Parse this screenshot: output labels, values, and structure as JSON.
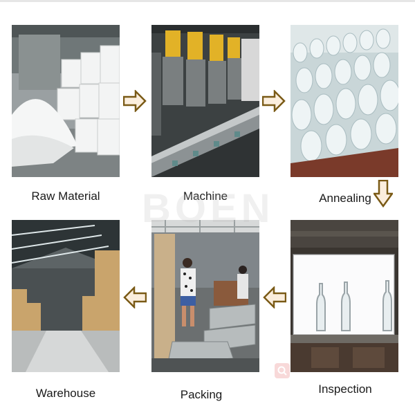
{
  "steps": [
    {
      "id": "raw",
      "label": "Raw Material"
    },
    {
      "id": "machine",
      "label": "Machine"
    },
    {
      "id": "annealing",
      "label": "Annealing"
    },
    {
      "id": "inspection",
      "label": "Inspection"
    },
    {
      "id": "packing",
      "label": "Packing"
    },
    {
      "id": "warehouse",
      "label": "Warehouse"
    }
  ],
  "watermark": "BOEN",
  "colors": {
    "arrow_fill": "#fbeedd",
    "arrow_stroke": "#7a5a16"
  }
}
